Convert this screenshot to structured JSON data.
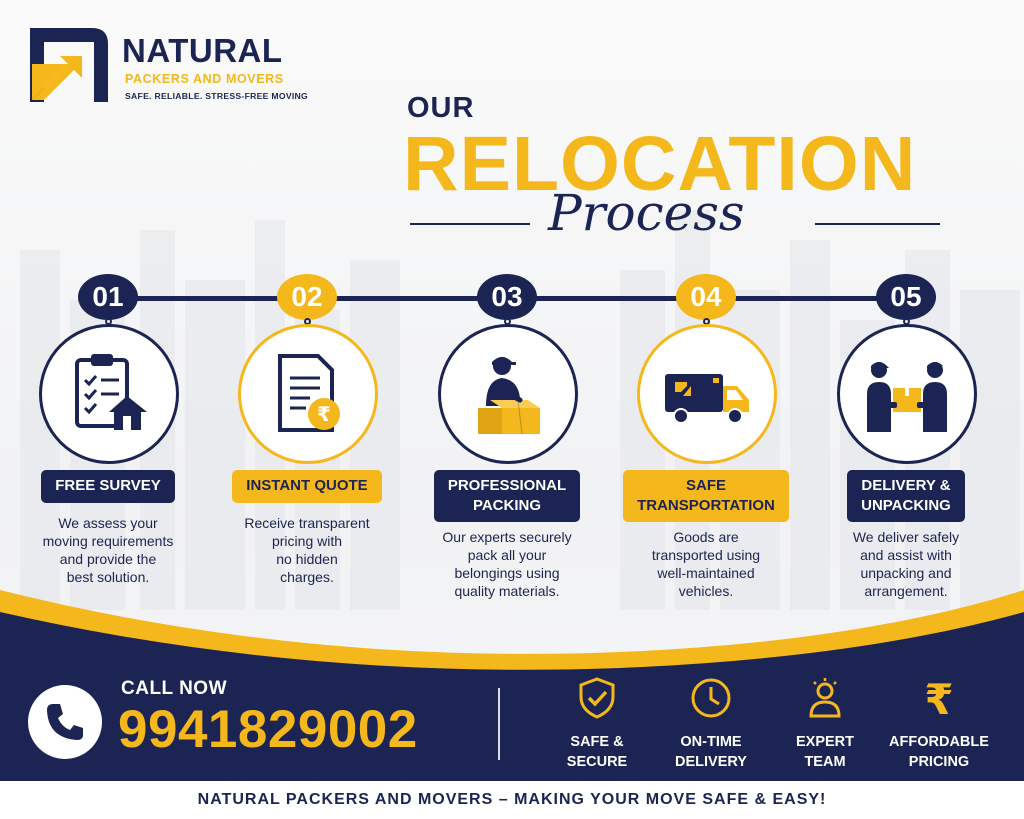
{
  "brand": {
    "name": "NATURAL",
    "subtitle": "PACKERS AND MOVERS",
    "tagline": "SAFE. RELIABLE. STRESS-FREE MOVING"
  },
  "heading": {
    "our": "OUR",
    "relocation": "RELOCATION",
    "process": "Process"
  },
  "steps": [
    {
      "number": "01",
      "title_lines": [
        "FREE SURVEY"
      ],
      "description": [
        "We assess your",
        "moving requirements",
        "and provide the",
        "best solution."
      ],
      "icon": "clipboard-house-icon",
      "accent": "navy"
    },
    {
      "number": "02",
      "title_lines": [
        "INSTANT QUOTE"
      ],
      "description": [
        "Receive transparent",
        "pricing with",
        "no hidden",
        "charges."
      ],
      "icon": "rupee-document-icon",
      "accent": "gold"
    },
    {
      "number": "03",
      "title_lines": [
        "PROFESSIONAL",
        "PACKING"
      ],
      "description": [
        "Our experts securely",
        "pack all your",
        "belongings using",
        "quality materials."
      ],
      "icon": "packer-box-icon",
      "accent": "navy"
    },
    {
      "number": "04",
      "title_lines": [
        "SAFE",
        "TRANSPORTATION"
      ],
      "description": [
        "Goods are",
        "transported using",
        "well-maintained",
        "vehicles."
      ],
      "icon": "truck-icon",
      "accent": "gold"
    },
    {
      "number": "05",
      "title_lines": [
        "DELIVERY &",
        "UNPACKING"
      ],
      "description": [
        "We deliver safely",
        "and assist with",
        "unpacking and",
        "arrangement."
      ],
      "icon": "handover-box-icon",
      "accent": "navy"
    }
  ],
  "contact": {
    "call_label": "CALL NOW",
    "phone": "9941829002",
    "icon": "phone-icon"
  },
  "features": [
    {
      "lines": [
        "SAFE &",
        "SECURE"
      ],
      "icon": "shield-check-icon"
    },
    {
      "lines": [
        "ON-TIME",
        "DELIVERY"
      ],
      "icon": "clock-icon"
    },
    {
      "lines": [
        "EXPERT",
        "TEAM"
      ],
      "icon": "expert-team-icon"
    },
    {
      "lines": [
        "AFFORDABLE",
        "PRICING"
      ],
      "icon": "rupee-icon"
    }
  ],
  "footer": {
    "text": "NATURAL PACKERS AND MOVERS – MAKING YOUR MOVE SAFE & EASY!"
  },
  "colors": {
    "navy": "#1b2452",
    "gold": "#f5b81c",
    "white": "#ffffff"
  }
}
